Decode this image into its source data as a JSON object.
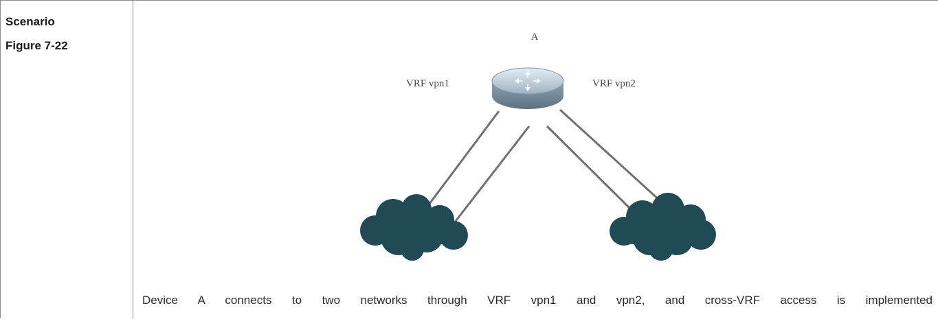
{
  "labels": {
    "scenario": "Scenario",
    "figure": "Figure 7-22"
  },
  "diagram": {
    "device_label": "A",
    "left_vrf_label": "VRF vpn1",
    "right_vrf_label": "VRF vpn2",
    "device_icon": "router-icon",
    "network_icon": "cloud-icon",
    "cloud_color": "#204a55",
    "link_color": "#707070",
    "router_body_color": "#b8c9d6"
  },
  "description": "Device A connects to two networks through VRF vpn1 and vpn2, and cross-VRF access is implemented"
}
